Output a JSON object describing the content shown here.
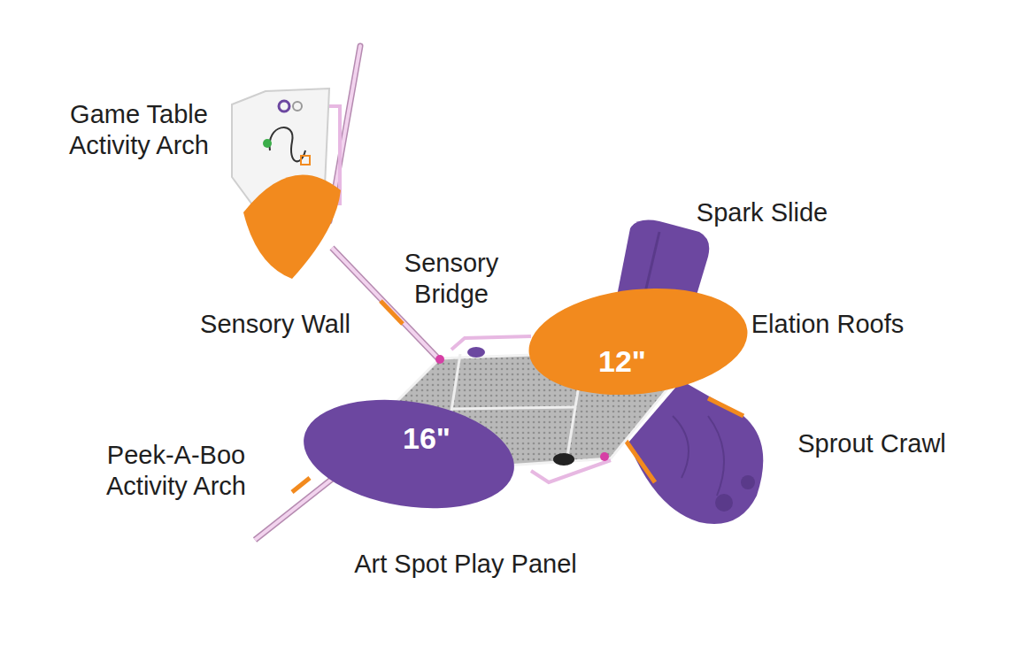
{
  "diagram": {
    "nodes": [
      {
        "text": [
          "12\""
        ]
      },
      {
        "text": [
          "16\""
        ]
      }
    ],
    "labels": [
      "Game Table Activity Arch",
      "Spark Slide",
      "Sensory Bridge",
      "Sensory Wall",
      "Elation Roofs",
      "Sprout Crawl",
      "Peek-A-Boo Activity Arch",
      "Art Spot Play Panel"
    ]
  }
}
